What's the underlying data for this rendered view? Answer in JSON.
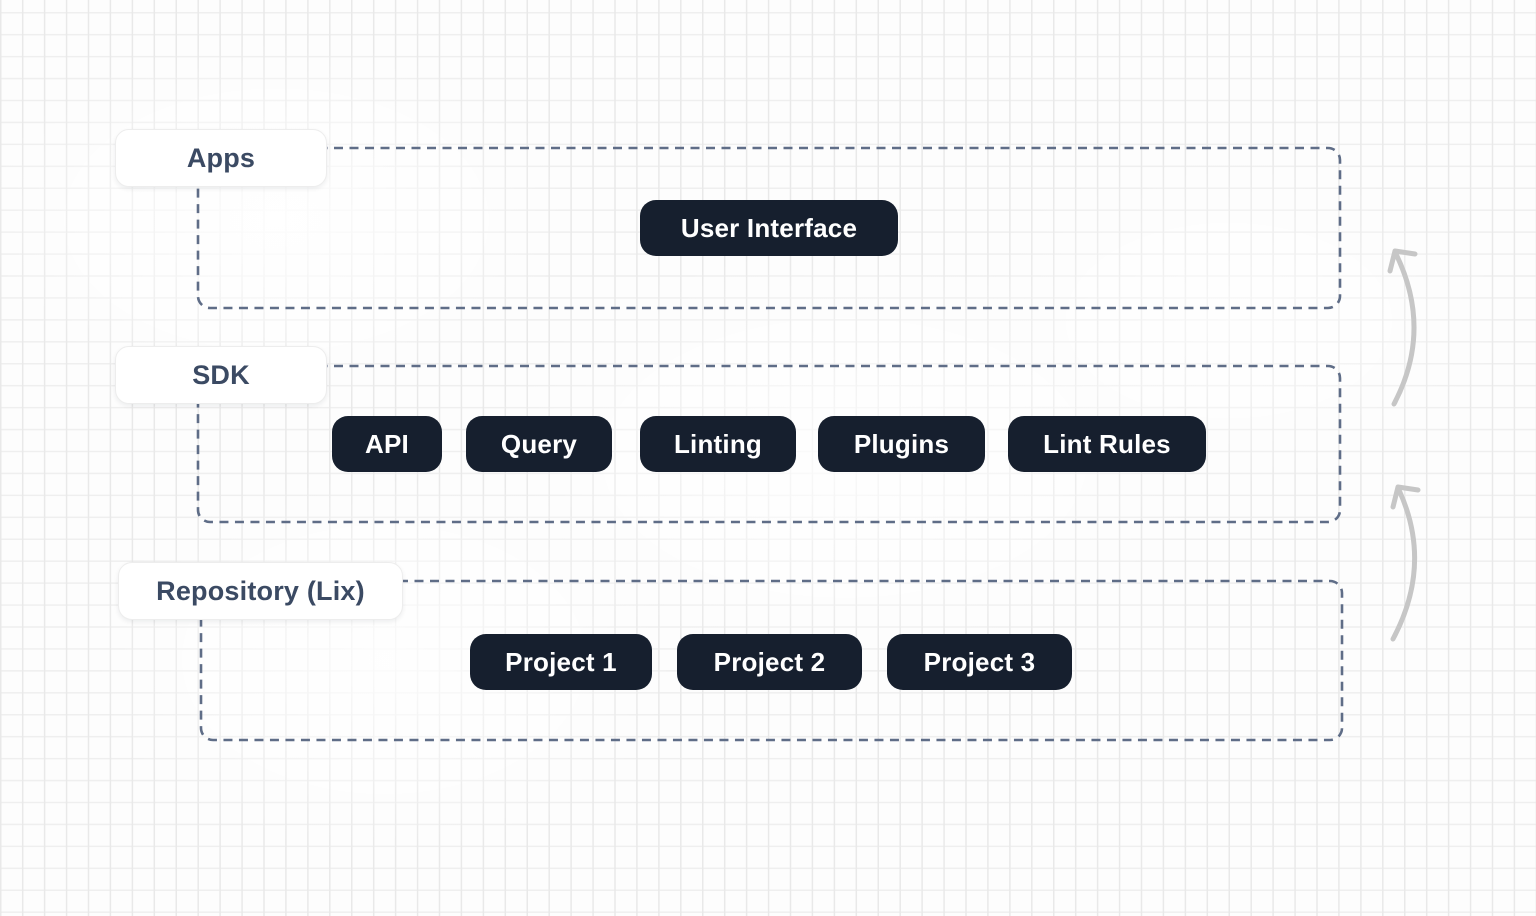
{
  "diagram": {
    "title": "Architecture layers diagram",
    "layers": [
      {
        "id": "apps",
        "label": "Apps",
        "items": [
          {
            "label": "User Interface"
          }
        ]
      },
      {
        "id": "sdk",
        "label": "SDK",
        "items": [
          {
            "label": "API"
          },
          {
            "label": "Query"
          },
          {
            "label": "Linting"
          },
          {
            "label": "Plugins"
          },
          {
            "label": "Lint Rules"
          }
        ]
      },
      {
        "id": "repository",
        "label": "Repository (Lix)",
        "items": [
          {
            "label": "Project 1"
          },
          {
            "label": "Project 2"
          },
          {
            "label": "Project 3"
          }
        ]
      }
    ],
    "icons": [
      {
        "name": "curved-up-arrow",
        "meaning": "dependency pointing upward from SDK to Apps"
      },
      {
        "name": "curved-up-arrow",
        "meaning": "dependency pointing upward from Repository to SDK"
      }
    ],
    "colors": {
      "background": "#fdfdfd",
      "grid_line": "#ececec",
      "dashed_border": "#5f6d87",
      "label_box_bg": "#ffffff",
      "label_text": "#3b4a63",
      "pill_bg": "#161f2e",
      "pill_text": "#ffffff",
      "arrow": "#c6c6c6"
    }
  }
}
